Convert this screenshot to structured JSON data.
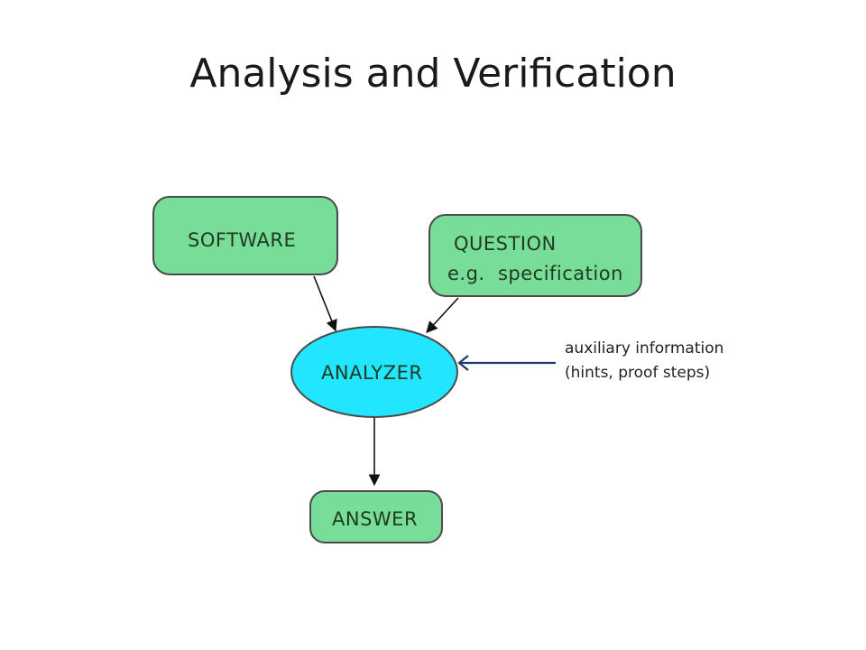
{
  "slide": {
    "title": "Analysis and Verification"
  },
  "diagram": {
    "nodes": {
      "software": {
        "label": "SOFTWARE"
      },
      "question": {
        "line1": "QUESTION",
        "line2": "e.g.  specification"
      },
      "analyzer": {
        "label": "ANALYZER"
      },
      "answer": {
        "label": "ANSWER"
      }
    },
    "annotation": {
      "line1": "auxiliary information",
      "line2": "(hints, proof steps)"
    }
  },
  "colors": {
    "box_fill": "#77dd99",
    "ellipse_fill": "#22e5ff",
    "stroke": "#4a4a4a",
    "annotation_arrow": "#1f3a6e"
  }
}
